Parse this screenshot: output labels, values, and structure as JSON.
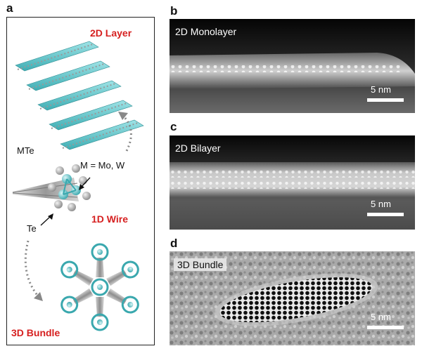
{
  "panels": {
    "a": {
      "letter": "a",
      "label_2d_layer": "2D Layer",
      "label_mte": "MTe",
      "label_metal": "M = Mo, W",
      "label_1d_wire": "1D Wire",
      "label_te": "Te",
      "label_3d_bundle": "3D Bundle"
    },
    "b": {
      "letter": "b",
      "tag": "2D Monolayer",
      "scale": "5 nm"
    },
    "c": {
      "letter": "c",
      "tag": "2D Bilayer",
      "scale": "5 nm"
    },
    "d": {
      "letter": "d",
      "tag": "3D Bundle",
      "scale": "5 nm"
    }
  },
  "colors": {
    "label_red": "#d62020",
    "atom_metal": "#63c8cc",
    "atom_te": "#b8b8b8"
  }
}
